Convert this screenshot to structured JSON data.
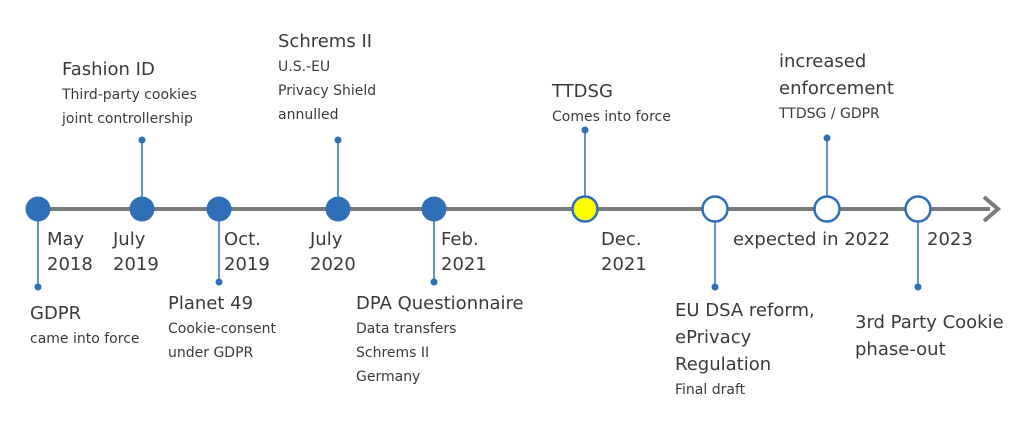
{
  "colors": {
    "axis": "#7a7a7a",
    "filled": "#2e6fb7",
    "hollow_stroke": "#2e6fb7",
    "current_fill": "#ffff00",
    "text": "#3a3a3a"
  },
  "events": [
    {
      "id": "gdpr",
      "date": [
        "May",
        "2018"
      ],
      "title": [
        "GDPR"
      ],
      "sub": [
        "came into force"
      ],
      "marker": "filled"
    },
    {
      "id": "fashion-id",
      "date": [
        "July",
        "2019"
      ],
      "title": [
        "Fashion ID"
      ],
      "sub": [
        "Third-party cookies",
        "joint controllership"
      ],
      "marker": "filled"
    },
    {
      "id": "planet-49",
      "date": [
        "Oct.",
        "2019"
      ],
      "title": [
        "Planet 49"
      ],
      "sub": [
        "Cookie-consent",
        "under GDPR"
      ],
      "marker": "filled"
    },
    {
      "id": "schrems-ii",
      "date": [
        "July",
        "2020"
      ],
      "title": [
        "Schrems II"
      ],
      "sub": [
        "U.S.-EU",
        "Privacy Shield",
        "annulled"
      ],
      "marker": "filled"
    },
    {
      "id": "dpa-questionnaire",
      "date": [
        "Feb.",
        "2021"
      ],
      "title": [
        "DPA Questionnaire"
      ],
      "sub": [
        "Data transfers",
        "Schrems II",
        "Germany"
      ],
      "marker": "filled"
    },
    {
      "id": "ttdsg",
      "date": [
        "Dec.",
        "2021"
      ],
      "title": [
        "TTDSG"
      ],
      "sub": [
        "Comes into force"
      ],
      "marker": "current"
    },
    {
      "id": "eu-dsa",
      "date": [],
      "title": [
        "EU DSA reform,",
        "ePrivacy",
        "Regulation"
      ],
      "sub": [
        "Final draft"
      ],
      "marker": "hollow"
    },
    {
      "id": "enforcement",
      "date": [
        "expected in 2022"
      ],
      "title": [
        "increased",
        "enforcement"
      ],
      "sub": [
        "TTDSG / GDPR"
      ],
      "marker": "hollow"
    },
    {
      "id": "cookie-phaseout",
      "date": [
        "2023"
      ],
      "title": [
        "3rd Party Cookie",
        "phase-out"
      ],
      "sub": [],
      "marker": "hollow"
    }
  ]
}
